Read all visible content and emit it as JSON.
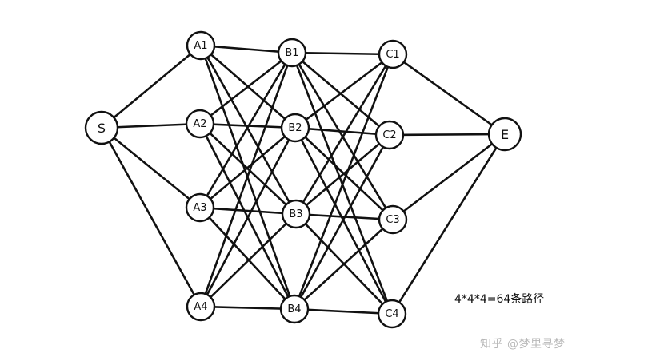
{
  "nodes": [
    {
      "id": "S",
      "label": "S"
    },
    {
      "id": "A1",
      "label": "A1"
    },
    {
      "id": "A2",
      "label": "A2"
    },
    {
      "id": "A3",
      "label": "A3"
    },
    {
      "id": "A4",
      "label": "A4"
    },
    {
      "id": "B1",
      "label": "B1"
    },
    {
      "id": "B2",
      "label": "B2"
    },
    {
      "id": "B3",
      "label": "B3"
    },
    {
      "id": "B4",
      "label": "B4"
    },
    {
      "id": "C1",
      "label": "C1"
    },
    {
      "id": "C2",
      "label": "C2"
    },
    {
      "id": "C3",
      "label": "C3"
    },
    {
      "id": "C4",
      "label": "C4"
    },
    {
      "id": "E",
      "label": "E"
    }
  ],
  "edges": [
    [
      "S",
      "A1"
    ],
    [
      "S",
      "A2"
    ],
    [
      "S",
      "A3"
    ],
    [
      "S",
      "A4"
    ],
    [
      "A1",
      "B1"
    ],
    [
      "A1",
      "B2"
    ],
    [
      "A1",
      "B3"
    ],
    [
      "A1",
      "B4"
    ],
    [
      "A2",
      "B1"
    ],
    [
      "A2",
      "B2"
    ],
    [
      "A2",
      "B3"
    ],
    [
      "A2",
      "B4"
    ],
    [
      "A3",
      "B1"
    ],
    [
      "A3",
      "B2"
    ],
    [
      "A3",
      "B3"
    ],
    [
      "A3",
      "B4"
    ],
    [
      "A4",
      "B1"
    ],
    [
      "A4",
      "B2"
    ],
    [
      "A4",
      "B3"
    ],
    [
      "A4",
      "B4"
    ],
    [
      "B1",
      "C1"
    ],
    [
      "B1",
      "C2"
    ],
    [
      "B1",
      "C3"
    ],
    [
      "B1",
      "C4"
    ],
    [
      "B2",
      "C1"
    ],
    [
      "B2",
      "C2"
    ],
    [
      "B2",
      "C3"
    ],
    [
      "B2",
      "C4"
    ],
    [
      "B3",
      "C1"
    ],
    [
      "B3",
      "C2"
    ],
    [
      "B3",
      "C3"
    ],
    [
      "B3",
      "C4"
    ],
    [
      "B4",
      "C1"
    ],
    [
      "B4",
      "C2"
    ],
    [
      "B4",
      "C3"
    ],
    [
      "B4",
      "C4"
    ],
    [
      "C1",
      "E"
    ],
    [
      "C2",
      "E"
    ],
    [
      "C3",
      "E"
    ],
    [
      "C4",
      "E"
    ]
  ],
  "caption": "4*4*4=64条路径",
  "watermark": "知乎 @梦里寻梦"
}
